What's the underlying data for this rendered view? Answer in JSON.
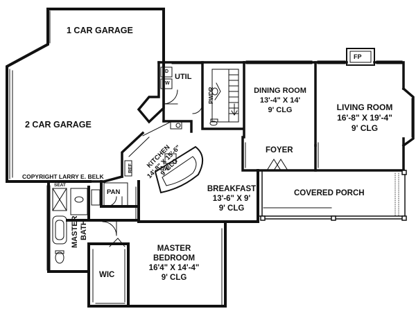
{
  "rooms": {
    "garage_1": {
      "name": "1 CAR GARAGE"
    },
    "garage_2": {
      "name": "2 CAR GARAGE"
    },
    "util": {
      "name": "UTIL",
      "d": "D",
      "w": "W"
    },
    "pwdr": {
      "name": "PWDR"
    },
    "dining": {
      "name": "DINING ROOM",
      "dims": "13'-4\" X 14'",
      "clg": "9' CLG"
    },
    "living": {
      "name": "LIVING ROOM",
      "dims": "16'-8\" X 19'-4\"",
      "clg": "9' CLG"
    },
    "fireplace": {
      "name": "FP"
    },
    "foyer": {
      "name": "FOYER"
    },
    "kitchen": {
      "name": "KITCHEN",
      "dims": "14'-8\" X 15'-6\"",
      "clg": "9' CLG"
    },
    "ref": {
      "name": "REF"
    },
    "dw": {
      "name": "DW"
    },
    "breakfast": {
      "name": "BREAKFAST",
      "dims": "13'-6\" X 9'",
      "clg": "9' CLG"
    },
    "porch": {
      "name": "COVERED PORCH"
    },
    "pan": {
      "name": "PAN"
    },
    "master_bath": {
      "line1": "MASTER",
      "line2": "BATH",
      "seat": "SEAT"
    },
    "master_bedroom": {
      "line1": "MASTER",
      "line2": "BEDROOM",
      "dims": "16'4\" X 14'-4\"",
      "clg": "9' CLG"
    },
    "wic": {
      "name": "WIC"
    }
  },
  "copyright": "COPYRIGHT LARRY E. BELK",
  "colors": {
    "wall": "#111111",
    "background": "#ffffff"
  }
}
